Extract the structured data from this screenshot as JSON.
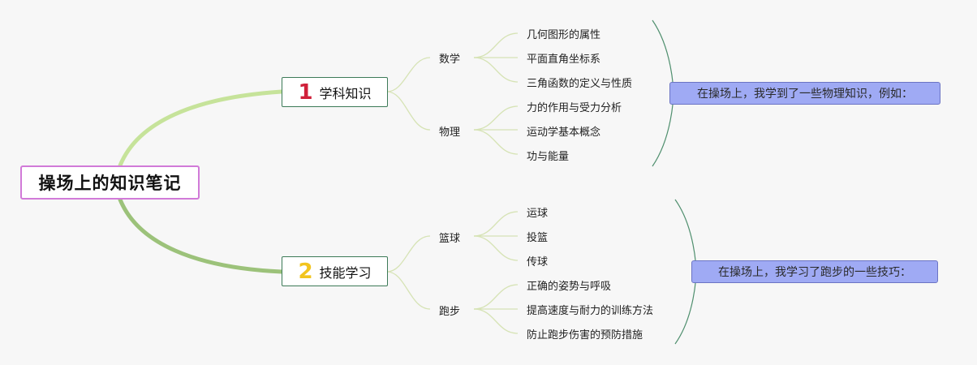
{
  "root": {
    "title": "操场上的知识笔记"
  },
  "topics": [
    {
      "number": "1",
      "label": "学科知识",
      "subtopics": [
        {
          "label": "数学",
          "items": [
            "几何图形的属性",
            "平面直角坐标系",
            "三角函数的定义与性质"
          ]
        },
        {
          "label": "物理",
          "items": [
            "力的作用与受力分析",
            "运动学基本概念",
            "功与能量"
          ]
        }
      ],
      "summary": "在操场上，我学到了一些物理知识，例如："
    },
    {
      "number": "2",
      "label": "技能学习",
      "subtopics": [
        {
          "label": "篮球",
          "items": [
            "运球",
            "投篮",
            "传球"
          ]
        },
        {
          "label": "跑步",
          "items": [
            "正确的姿势与呼吸",
            "提高速度与耐力的训练方法",
            "防止跑步伤害的预防措施"
          ]
        }
      ],
      "summary": "在操场上，我学习了跑步的一些技巧："
    }
  ],
  "colors": {
    "main_branch_top": "#c6e39a",
    "main_branch_bottom": "#9cc27a",
    "sub_branch": "#d6e3b5",
    "brace": "#4f8f6e",
    "summary_fill": "#9faaf4",
    "number_1": "#d0203a",
    "number_2": "#f2c41e"
  }
}
